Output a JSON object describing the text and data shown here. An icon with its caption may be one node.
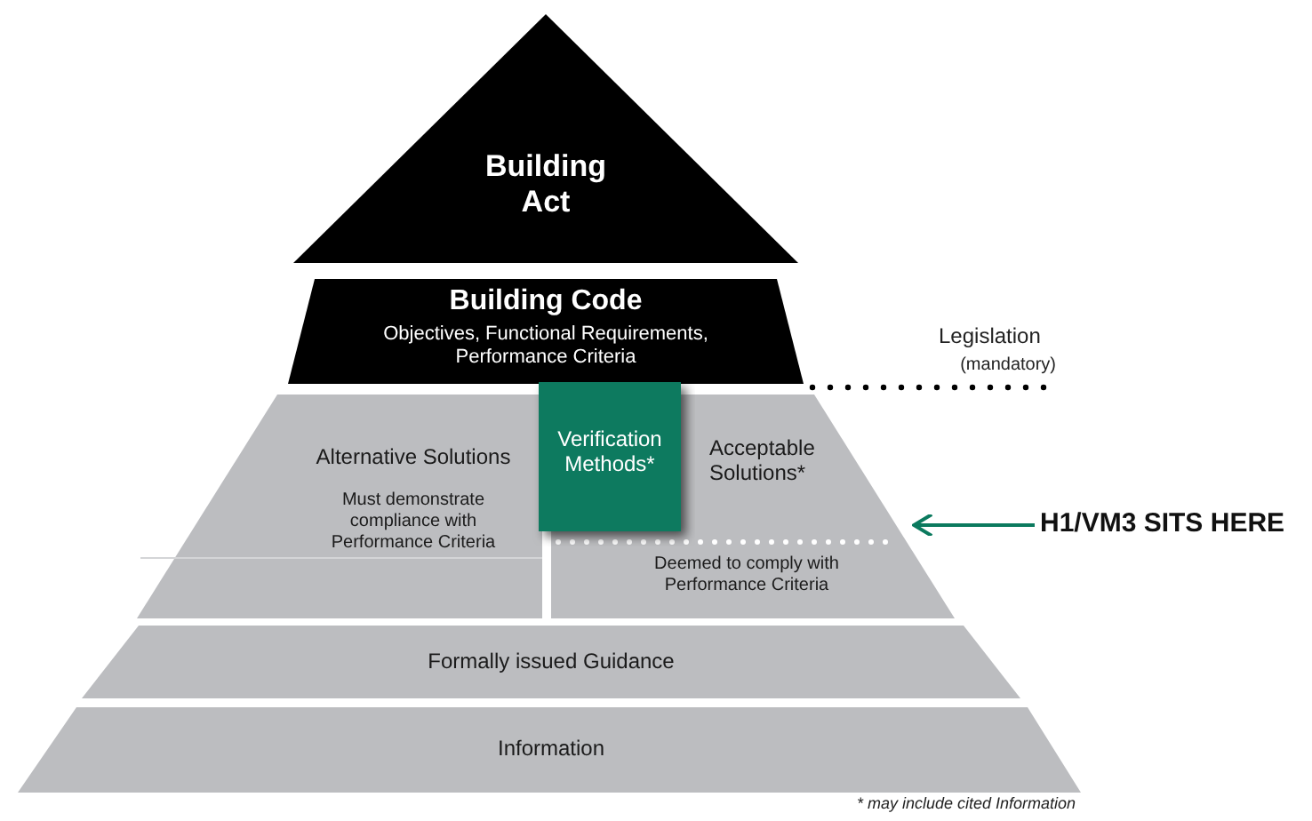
{
  "diagram": {
    "nodes": [
      {
        "text": [
          "Building Act"
        ]
      },
      {
        "text": [
          "Building Code",
          "Objectives, Functional Requirements, Performance Criteria"
        ]
      },
      {
        "text": [
          "Alternative Solutions",
          "Must demonstrate compliance with Performance Criteria"
        ]
      },
      {
        "text": [
          "Verification Methods*"
        ]
      },
      {
        "text": [
          "Acceptable Solutions*",
          "Deemed to comply with Performance Criteria"
        ]
      },
      {
        "text": [
          "Formally issued Guidance"
        ]
      },
      {
        "text": [
          "Information"
        ]
      },
      {
        "text": [
          "H1/VM3 SITS HERE"
        ]
      }
    ],
    "edges": [
      {
        "from": 7,
        "to": 4,
        "arrow": "to"
      }
    ],
    "labels": [
      "Legislation",
      "(mandatory)",
      "* may include cited Information"
    ]
  }
}
